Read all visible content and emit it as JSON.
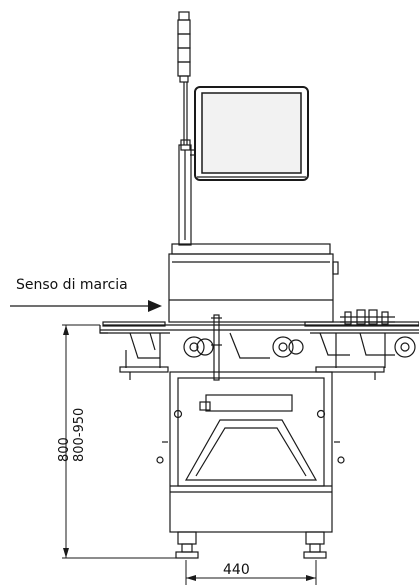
{
  "direction_label": "Senso di marcia",
  "dimensions": {
    "height_primary": "800",
    "height_range": "800-950",
    "width": "440"
  },
  "colors": {
    "line": "#1a1a1a",
    "screen": "#f2f2f2",
    "background": "#ffffff"
  }
}
